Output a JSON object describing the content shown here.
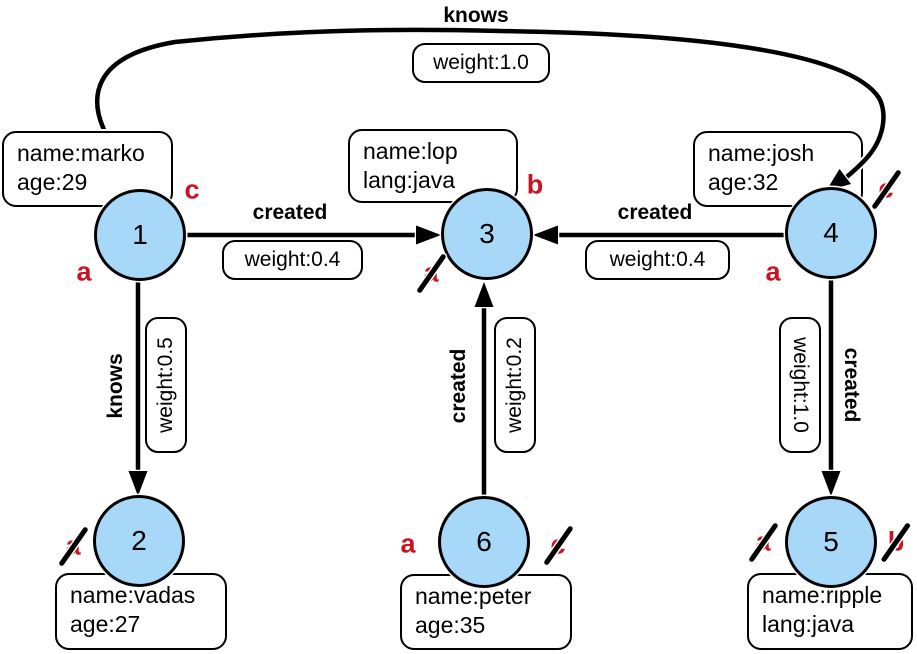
{
  "diagram": {
    "type": "property-graph",
    "colors": {
      "vertex_fill": "#a8d8f8",
      "vertex_border": "#000000",
      "edge": "#000000",
      "step_label": "#cc1122",
      "box_background": "#ffffff"
    },
    "nodes": [
      {
        "id": "1",
        "props": [
          "name:marko",
          "age:29"
        ]
      },
      {
        "id": "2",
        "props": [
          "name:vadas",
          "age:27"
        ]
      },
      {
        "id": "3",
        "props": [
          "name:lop",
          "lang:java"
        ]
      },
      {
        "id": "4",
        "props": [
          "name:josh",
          "age:32"
        ]
      },
      {
        "id": "5",
        "props": [
          "name:ripple",
          "lang:java"
        ]
      },
      {
        "id": "6",
        "props": [
          "name:peter",
          "age:35"
        ]
      }
    ],
    "edges": [
      {
        "from": "1",
        "to": "4",
        "label": "knows",
        "weight": "weight:1.0"
      },
      {
        "from": "1",
        "to": "3",
        "label": "created",
        "weight": "weight:0.4"
      },
      {
        "from": "4",
        "to": "3",
        "label": "created",
        "weight": "weight:0.4"
      },
      {
        "from": "1",
        "to": "2",
        "label": "knows",
        "weight": "weight:0.5"
      },
      {
        "from": "6",
        "to": "3",
        "label": "created",
        "weight": "weight:0.2"
      },
      {
        "from": "4",
        "to": "5",
        "label": "created",
        "weight": "weight:1.0"
      }
    ],
    "marks": [
      {
        "text": "c",
        "node": "1",
        "position": "top-right",
        "struck": false
      },
      {
        "text": "a",
        "node": "1",
        "position": "bottom-left",
        "struck": false
      },
      {
        "text": "b",
        "node": "3",
        "position": "top-right",
        "struck": false
      },
      {
        "text": "a",
        "node": "3",
        "position": "bottom-left",
        "struck": true
      },
      {
        "text": "c",
        "node": "4",
        "position": "top-right",
        "struck": true
      },
      {
        "text": "a",
        "node": "4",
        "position": "bottom-left",
        "struck": false
      },
      {
        "text": "a",
        "node": "2",
        "position": "left",
        "struck": true
      },
      {
        "text": "a",
        "node": "6",
        "position": "left",
        "struck": false
      },
      {
        "text": "c",
        "node": "6",
        "position": "right",
        "struck": true
      },
      {
        "text": "a",
        "node": "5",
        "position": "left",
        "struck": true
      },
      {
        "text": "b",
        "node": "5",
        "position": "right",
        "struck": true
      }
    ]
  }
}
